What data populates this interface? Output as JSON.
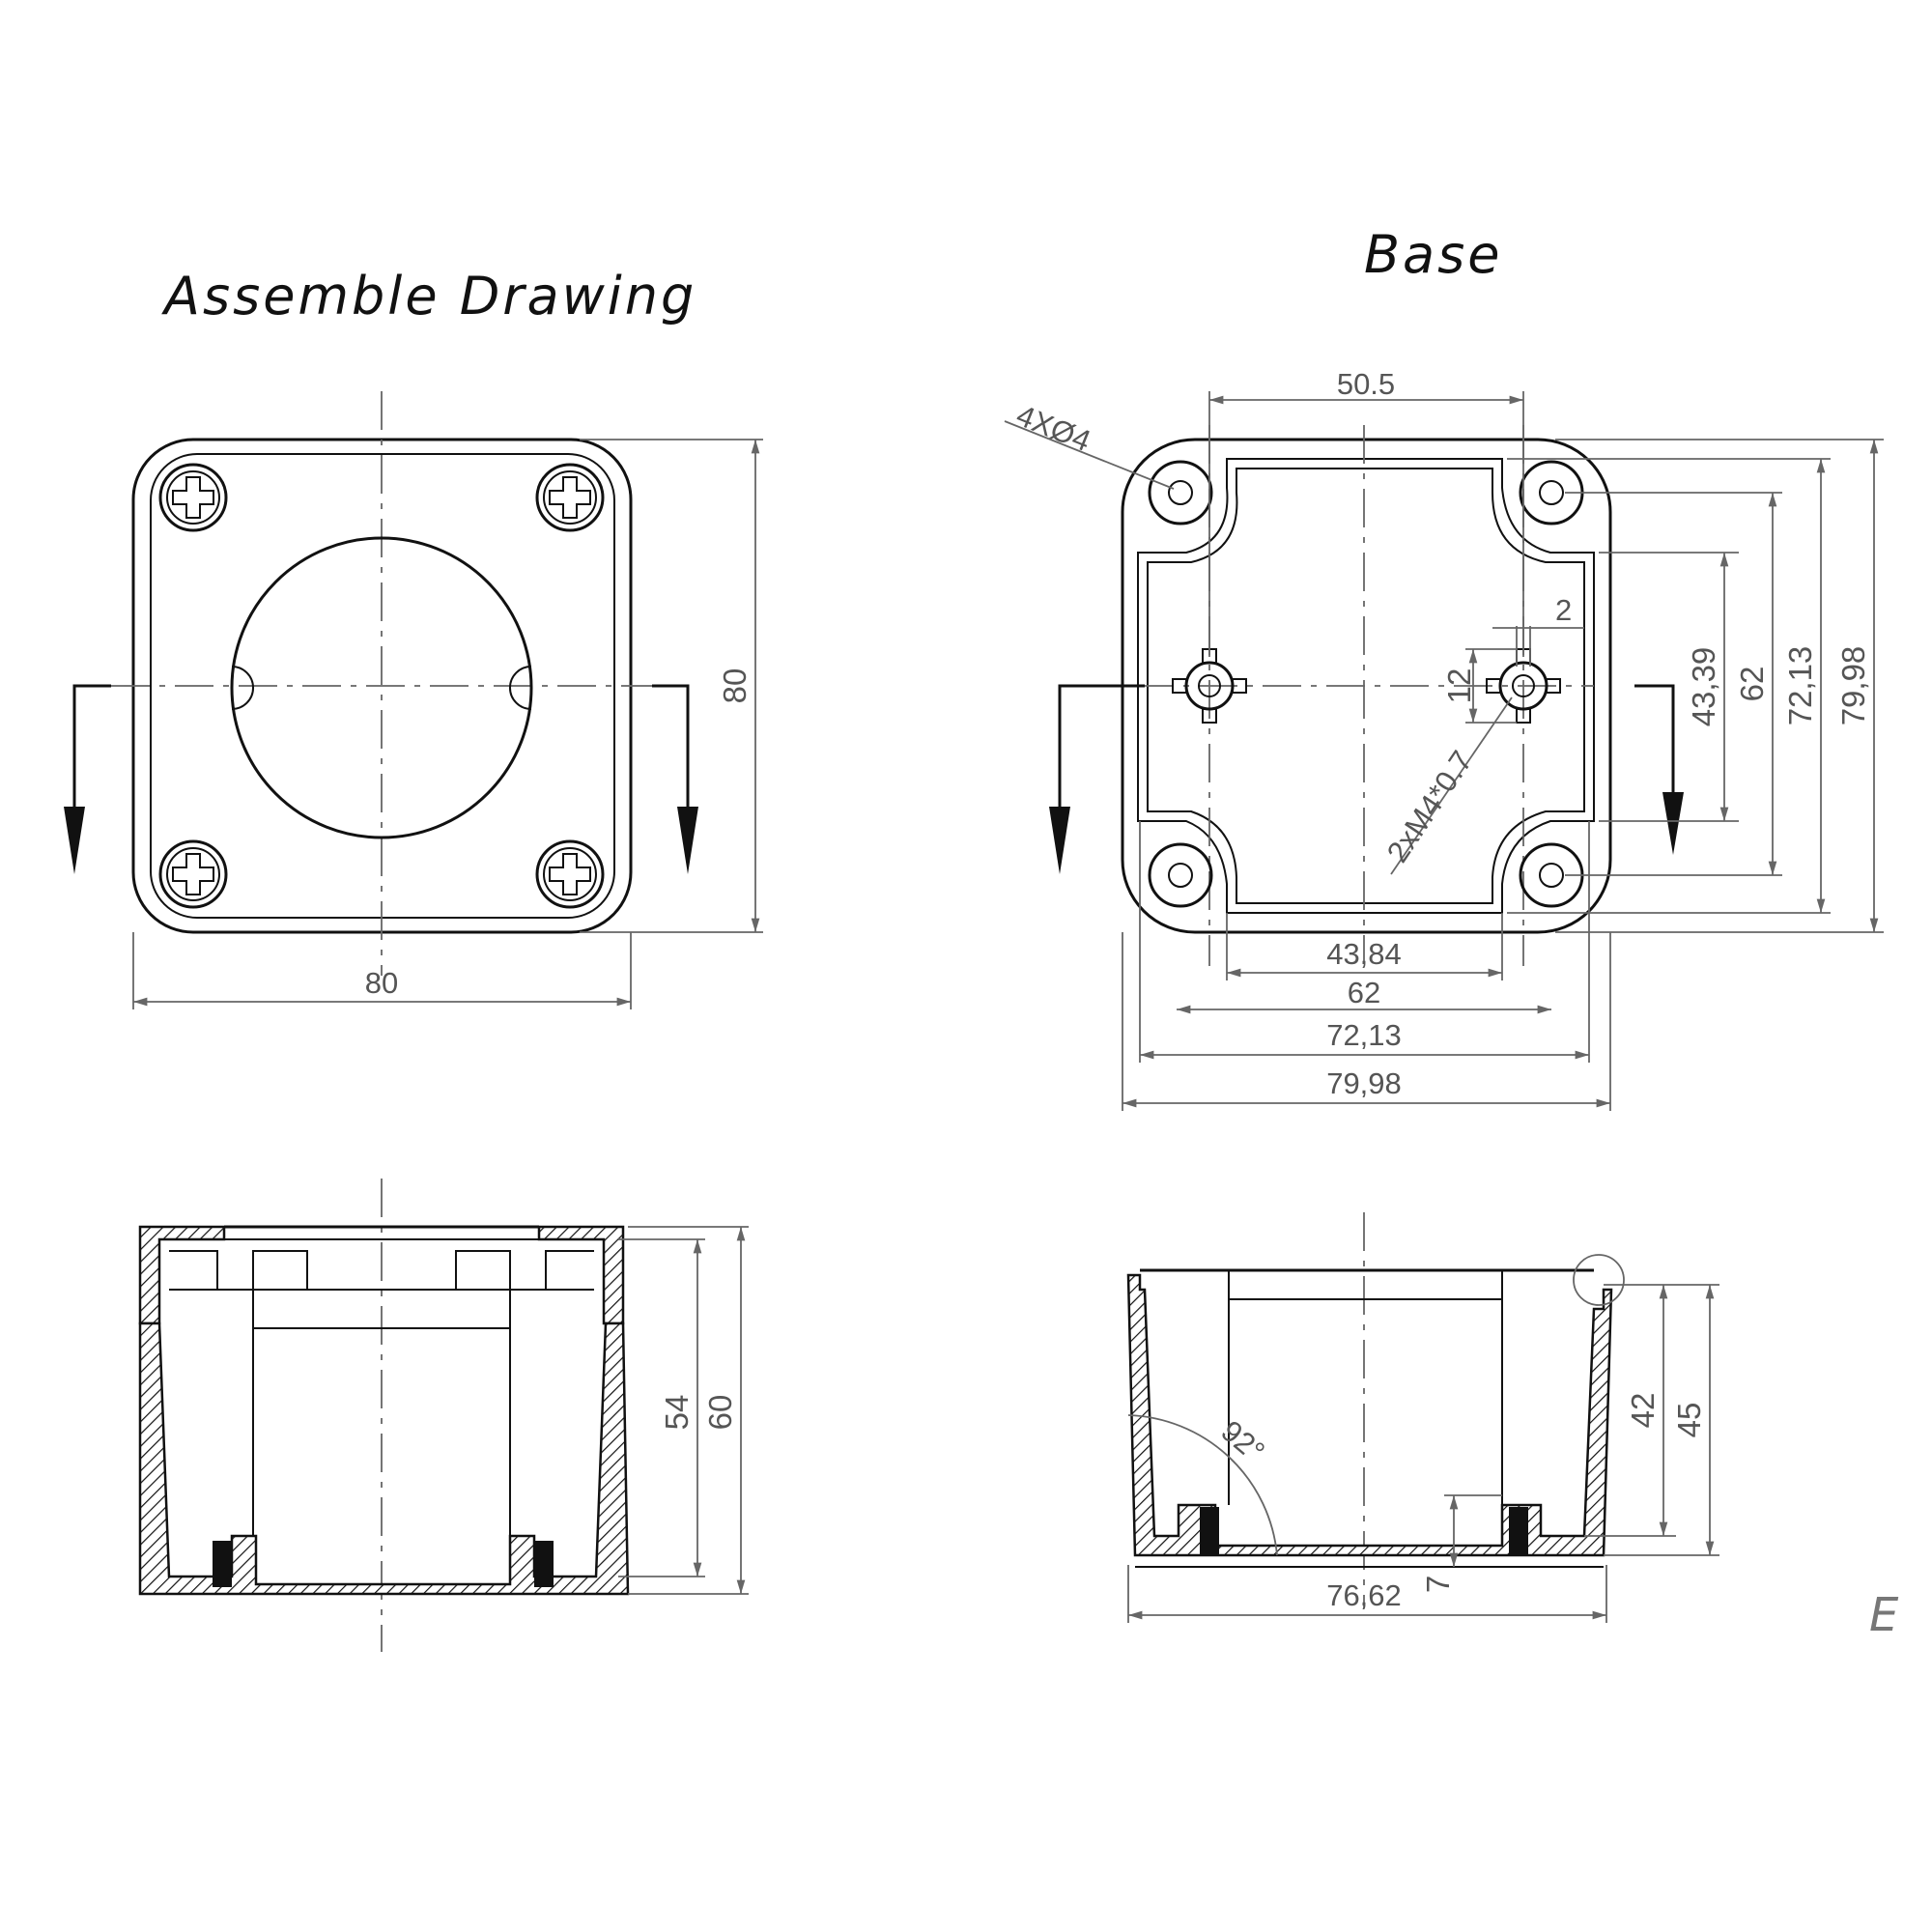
{
  "titles": {
    "assemble": "Assemble Drawing",
    "base": "Base"
  },
  "assemble_top": {
    "width": "80",
    "height": "80"
  },
  "assemble_section": {
    "inner_height": "54",
    "outer_height": "60"
  },
  "base_top": {
    "hole_spacing": "50.5",
    "holes_note": "4XØ4",
    "thread_note": "2xM4*0.7",
    "boss_offset": "2",
    "boss_size": "12",
    "inner_height": "43,39",
    "hole_pitch_v": "62",
    "gasket_height": "72,13",
    "outer_height": "79,98",
    "inner_width": "43,84",
    "hole_pitch_h": "62",
    "gasket_width": "72,13",
    "outer_width": "79,98"
  },
  "base_section": {
    "draft_angle": "92°",
    "inner_height": "42",
    "outer_height": "45",
    "floor": "7",
    "width": "76,62"
  },
  "revision_mark": "E"
}
